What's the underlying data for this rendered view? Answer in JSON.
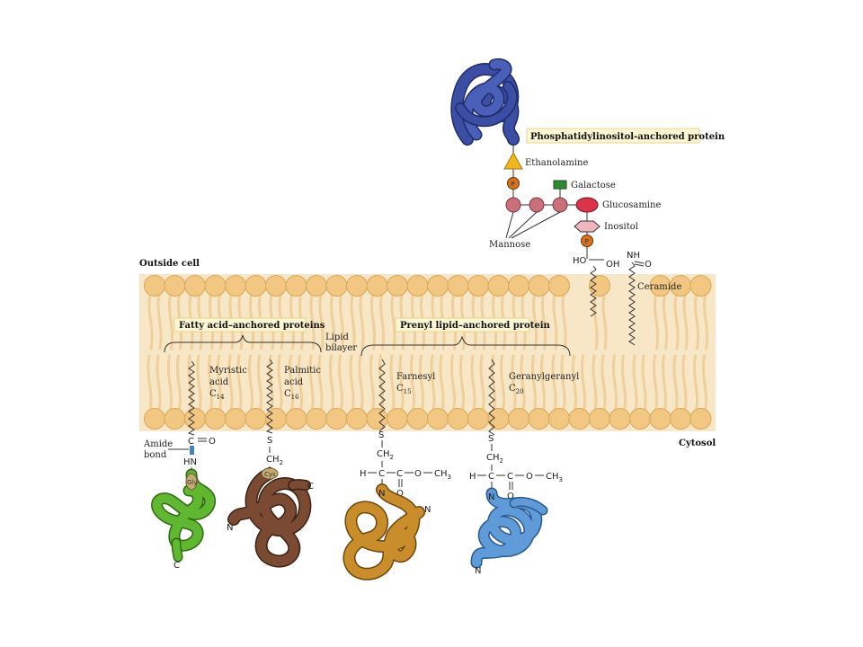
{
  "labels": {
    "outside_cell": "Outside cell",
    "cytosol": "Cytosol",
    "lipid_bilayer_1": "Lipid",
    "lipid_bilayer_2": "bilayer",
    "gpi_title": "Phosphatidylinositol-anchored protein",
    "ethanolamine": "Ethanolamine",
    "galactose": "Galactose",
    "glucosamine": "Glucosamine",
    "inositol": "Inositol",
    "mannose": "Mannose",
    "ceramide": "Ceramide",
    "fatty_title": "Fatty acid–anchored proteins",
    "prenyl_title": "Prenyl lipid–anchored protein",
    "myristic_1": "Myristic",
    "myristic_2": "acid",
    "myristic_3": "C",
    "myristic_sub": "14",
    "palmitic_1": "Palmitic",
    "palmitic_2": "acid",
    "palmitic_3": "C",
    "palmitic_sub": "16",
    "farnesyl_1": "Farnesyl",
    "farnesyl_2": "C",
    "farnesyl_sub": "15",
    "geranyl_1": "Geranylgeranyl",
    "geranyl_2": "C",
    "geranyl_sub": "20",
    "amide_1": "Amide",
    "amide_2": "bond"
  },
  "chem": {
    "phosphate": "P",
    "ho": "HO",
    "oh": "OH",
    "nh": "NH",
    "o": "O",
    "c_eq_o": "C",
    "hn": "HN",
    "gly": "Gly",
    "cys": "Cys",
    "s": "S",
    "ch2": "CH",
    "ch2_sub": "2",
    "h": "H",
    "c": "C",
    "o_ch3": "O",
    "ch3": "CH",
    "ch3_sub": "3",
    "n": "N"
  },
  "termini": {
    "green_c": "C",
    "brown_c": "C",
    "brown_n": "N",
    "orange_n": "N",
    "blue_n": "N"
  },
  "colors": {
    "membrane_bg": "#f7e7c6",
    "lipid_head": "#f2c782",
    "gpi_protein": "#3b4ea3",
    "green_protein": "#5fb82f",
    "brown_protein": "#7a4a33",
    "orange_protein": "#c98d2a",
    "blue_protein": "#5f9ad9",
    "mannose": "#c9707a",
    "glucosamine": "#d9344a",
    "galactose": "#2f8a2f",
    "ethanolamine": "#f0b81c",
    "phosphate": "#d9701e",
    "inositol": "#f0b6c0"
  }
}
